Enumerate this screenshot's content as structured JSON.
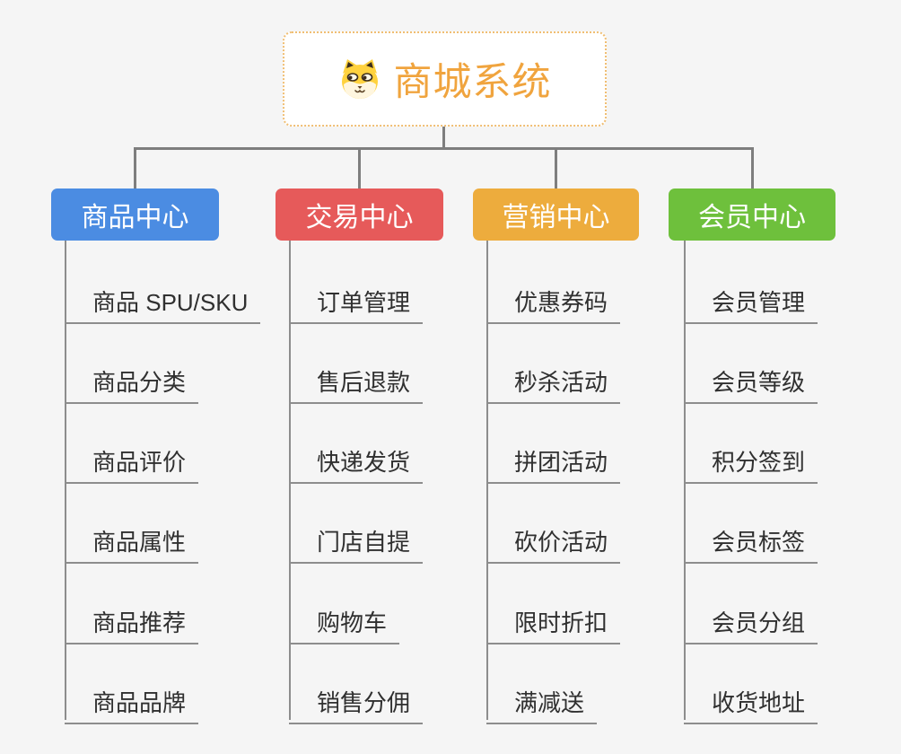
{
  "root": {
    "title": "商城系统",
    "icon": "shiba-dog-icon"
  },
  "branches": [
    {
      "label": "商品中心",
      "color": "#4b8ce2",
      "children": [
        "商品 SPU/SKU",
        "商品分类",
        "商品评价",
        "商品属性",
        "商品推荐",
        "商品品牌"
      ]
    },
    {
      "label": "交易中心",
      "color": "#e65a5a",
      "children": [
        "订单管理",
        "售后退款",
        "快递发货",
        "门店自提",
        "购物车",
        "销售分佣"
      ]
    },
    {
      "label": "营销中心",
      "color": "#edac3d",
      "children": [
        "优惠券码",
        "秒杀活动",
        "拼团活动",
        "砍价活动",
        "限时折扣",
        "满减送"
      ]
    },
    {
      "label": "会员中心",
      "color": "#6ec03c",
      "children": [
        "会员管理",
        "会员等级",
        "积分签到",
        "会员标签",
        "会员分组",
        "收货地址"
      ]
    }
  ],
  "colors": {
    "background": "#f5f5f5",
    "main_connector": "#7e7e7e",
    "leaf_connector": "#8d8d8d",
    "root_accent": "#f0a43e",
    "root_border": "#f0be73",
    "leaf_text": "#303030"
  }
}
